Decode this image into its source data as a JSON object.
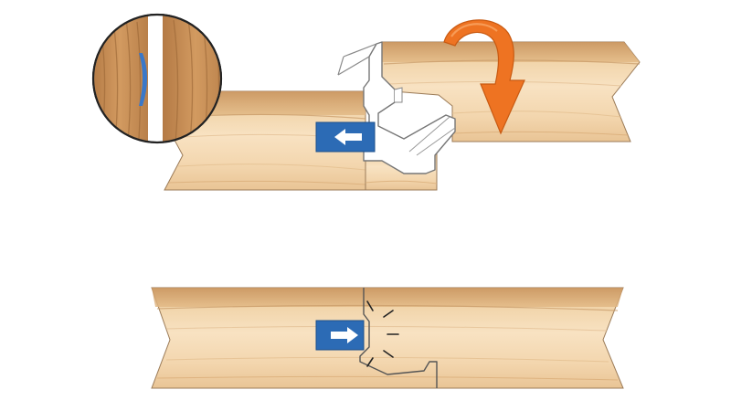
{
  "diagram": {
    "steps": [
      {
        "id": "step-1",
        "action": "angle-and-rotate-down",
        "arrow": "left-arrow-icon"
      },
      {
        "id": "step-2",
        "action": "push-to-lock",
        "arrow": "right-arrow-icon"
      }
    ],
    "colors": {
      "background": "#ffffff",
      "wood_light": "#f6dcb8",
      "wood_mid": "#eecb9b",
      "wood_top": "#d8ae7b",
      "wood_dark": "#c8915c",
      "outline": "#8a6a4a",
      "profile_fill": "#ffffff",
      "profile_stroke": "#777777",
      "label_blue": "#2c6bb5",
      "arrow_orange": "#ee7322",
      "arrow_orange_dark": "#c85a12",
      "glue_blue": "#3a78c9",
      "zoom_ring": "#222222"
    }
  }
}
